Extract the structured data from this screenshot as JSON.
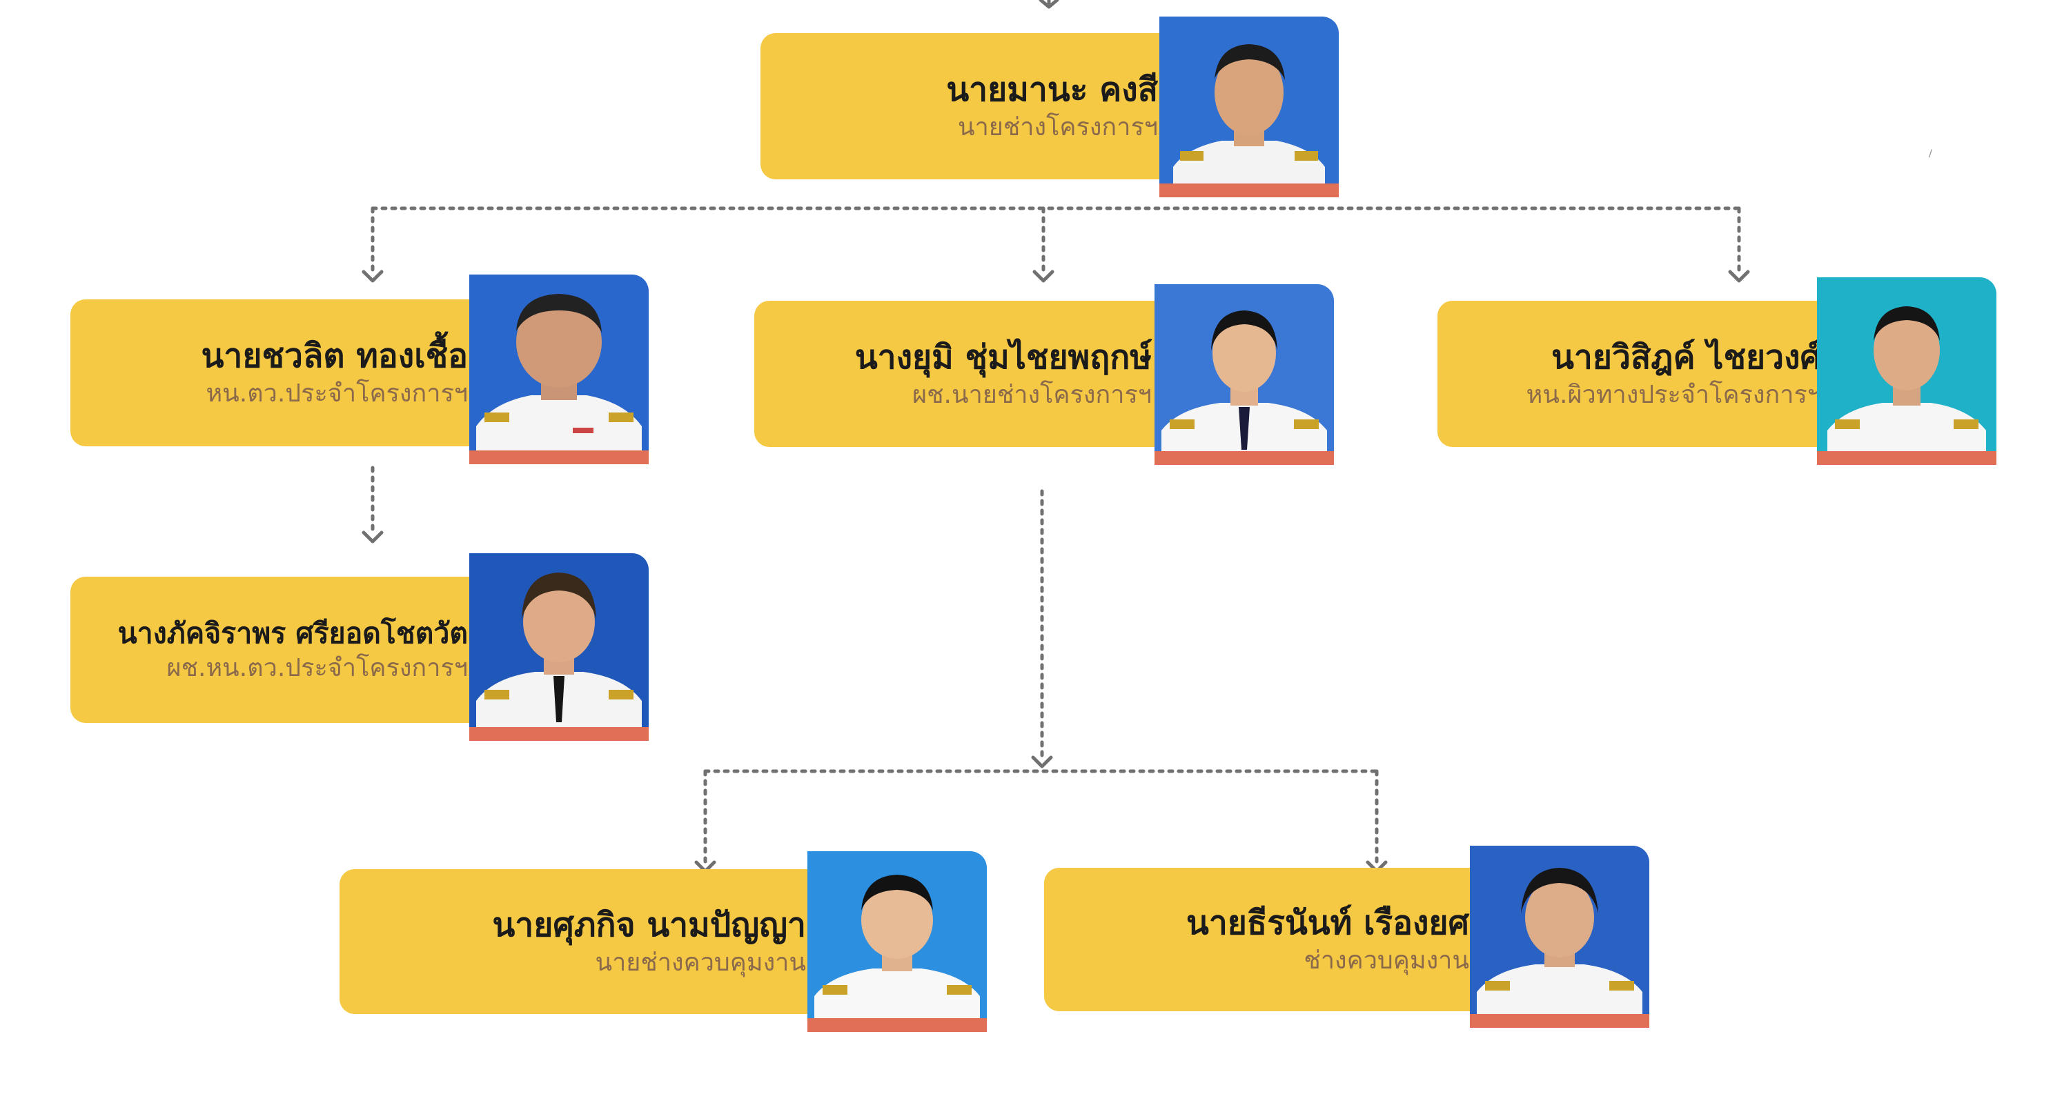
{
  "colors": {
    "card": "#f6c945",
    "name_text": "#1b1b1b",
    "role_text": "#8a6a4a",
    "photo_bar": "#e06f55",
    "connector": "#707070"
  },
  "people": [
    {
      "id": "n1",
      "name": "นายมานะ  คงสี",
      "role": "นายช่างโครงการฯ",
      "photo_bg": "#2f6fd0"
    },
    {
      "id": "n2",
      "name": "นายชวลิต ทองเชื้อ",
      "role": "หน.ตว.ประจำโครงการฯ",
      "photo_bg": "#2a67cc"
    },
    {
      "id": "n3",
      "name": "นางยุมิ  ชุ่มไชยพฤกษ์",
      "role": "ผช.นายช่างโครงการฯ",
      "photo_bg": "#3b78d6"
    },
    {
      "id": "n4",
      "name": "นายวิสิฎค์ ไชยวงศ์",
      "role": "หน.ผิวทางประจำโครงการฯ",
      "photo_bg": "#1fb1c8"
    },
    {
      "id": "n5",
      "name": "นางภัคจิราพร  ศรียอดโชตวัต",
      "role": "ผช.หน.ตว.ประจำโครงการฯ",
      "photo_bg": "#1f58b8"
    },
    {
      "id": "n6",
      "name": "นายศุภกิจ นามปัญญา",
      "role": "นายช่างควบคุมงาน",
      "photo_bg": "#2c8fe0"
    },
    {
      "id": "n7",
      "name": "นายธีรนันท์ เรืองยศ",
      "role": "ช่างควบคุมงาน",
      "photo_bg": "#2a62c4"
    }
  ],
  "mark": "/"
}
